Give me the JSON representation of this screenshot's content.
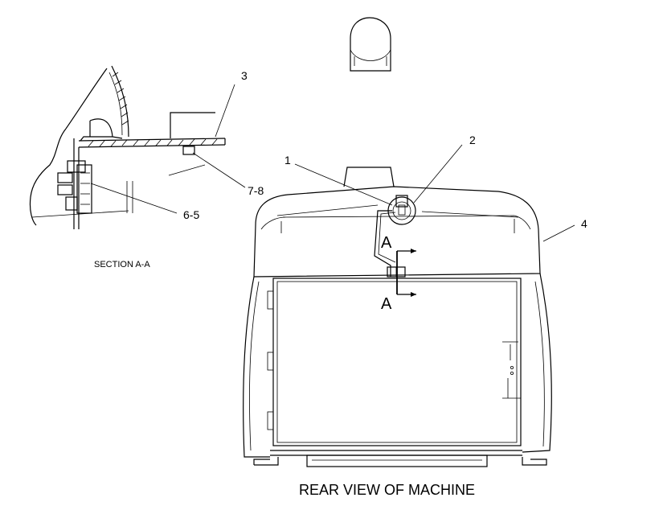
{
  "diagram": {
    "callouts": {
      "c1": "1",
      "c2": "2",
      "c3": "3",
      "c4": "4",
      "c65": "6-5",
      "c78": "7-8"
    },
    "section_marker_top": "A",
    "section_marker_bottom": "A",
    "section_caption": "SECTION A-A",
    "view_caption": "REAR VIEW OF MACHINE"
  }
}
